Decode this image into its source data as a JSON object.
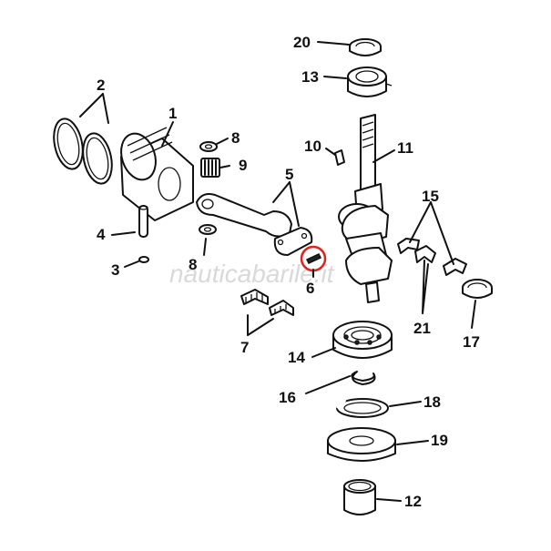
{
  "labels": {
    "l1": "1",
    "l2": "2",
    "l3": "3",
    "l4": "4",
    "l5": "5",
    "l6": "6",
    "l7": "7",
    "l8a": "8",
    "l8b": "8",
    "l9": "9",
    "l10": "10",
    "l11": "11",
    "l12": "12",
    "l13": "13",
    "l14": "14",
    "l15": "15",
    "l16": "16",
    "l17": "17",
    "l18": "18",
    "l19": "19",
    "l20": "20",
    "l21": "21"
  },
  "watermark": "nauticabarile.it",
  "colors": {
    "ink": "#111111",
    "highlight": "#e0241b",
    "watermark": "#d9d9d9"
  }
}
